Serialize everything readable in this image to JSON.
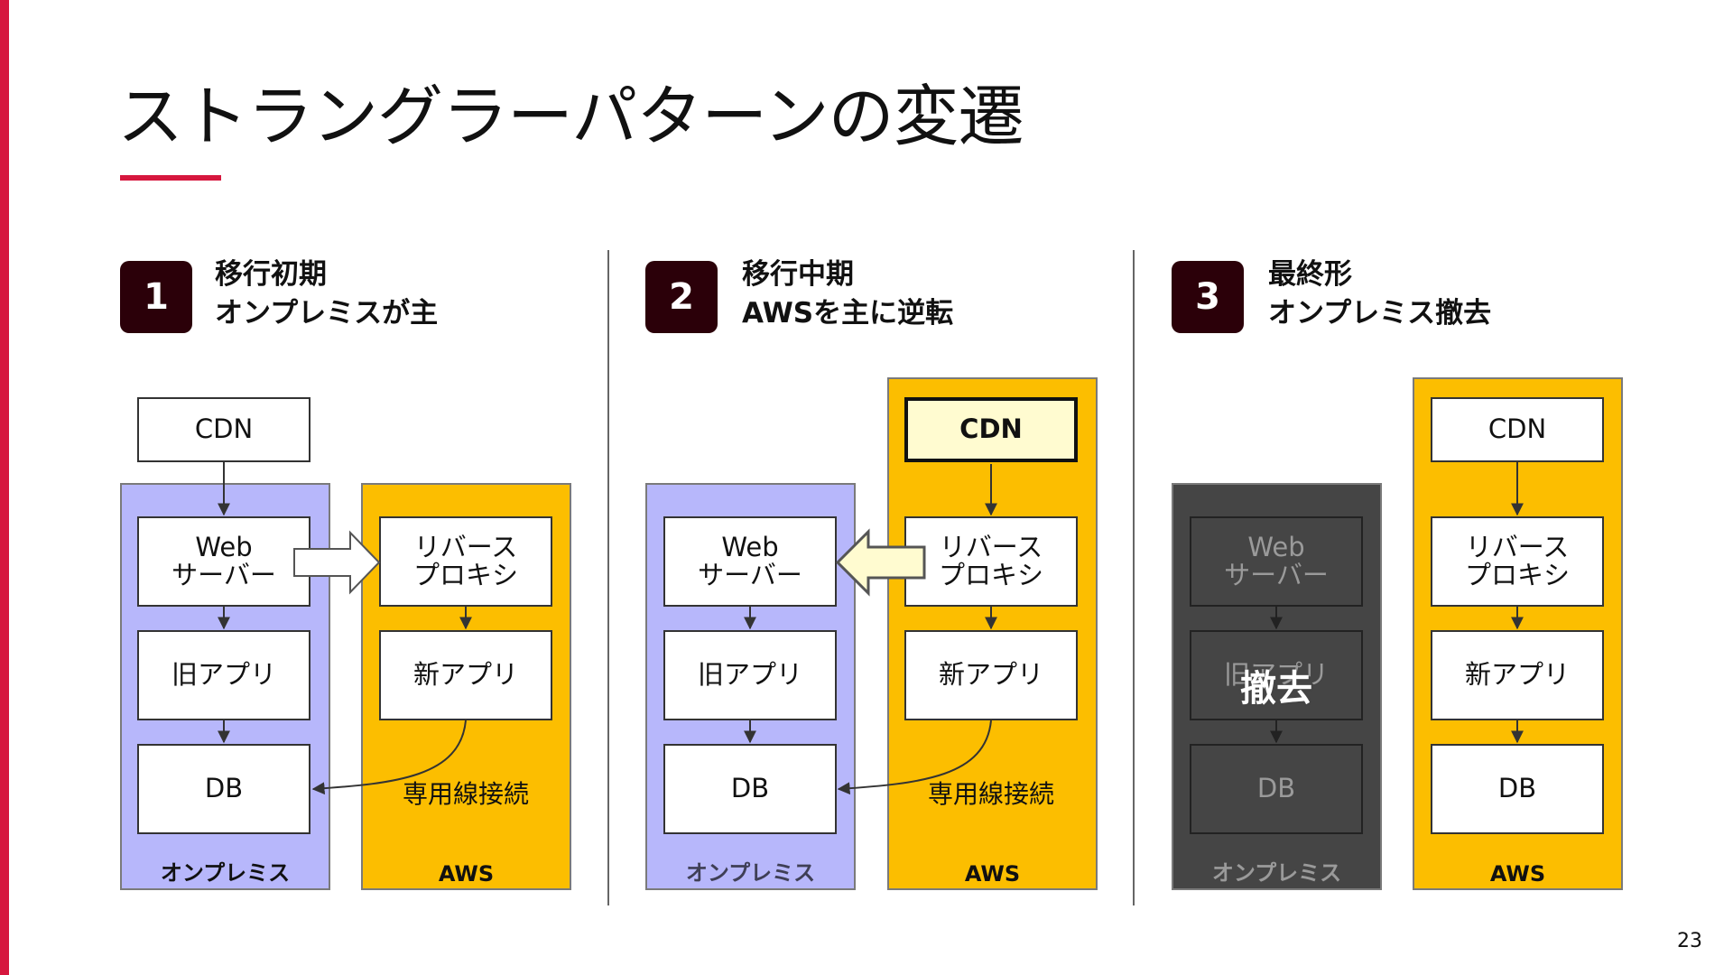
{
  "slide": {
    "title": "ストラングラーパターンの変遷",
    "page_number": "23"
  },
  "labels": {
    "cdn": "CDN",
    "web_line1": "Web",
    "web_line2": "サーバー",
    "proxy_line1": "リバース",
    "proxy_line2": "プロキシ",
    "old_app": "旧アプリ",
    "new_app": "新アプリ",
    "db": "DB",
    "dedicated_line": "専用線接続",
    "onprem": "オンプレミス",
    "aws": "AWS",
    "removed": "撤去"
  },
  "phases": [
    {
      "number": "1",
      "heading_line1": "移行初期",
      "heading_line2": "オンプレミスが主"
    },
    {
      "number": "2",
      "heading_line1": "移行中期",
      "heading_line2": "AWSを主に逆転"
    },
    {
      "number": "3",
      "heading_line1": "最終形",
      "heading_line2": "オンプレミス撤去"
    }
  ],
  "colors": {
    "accent": "#d6173e",
    "badge": "#2b0009",
    "onprem_region": "#b7b7fb",
    "aws_region": "#fcbe00",
    "removed_region": "#454545",
    "highlight_box": "#fffbd0",
    "arrow_fill_phase2": "#fffbd0"
  }
}
